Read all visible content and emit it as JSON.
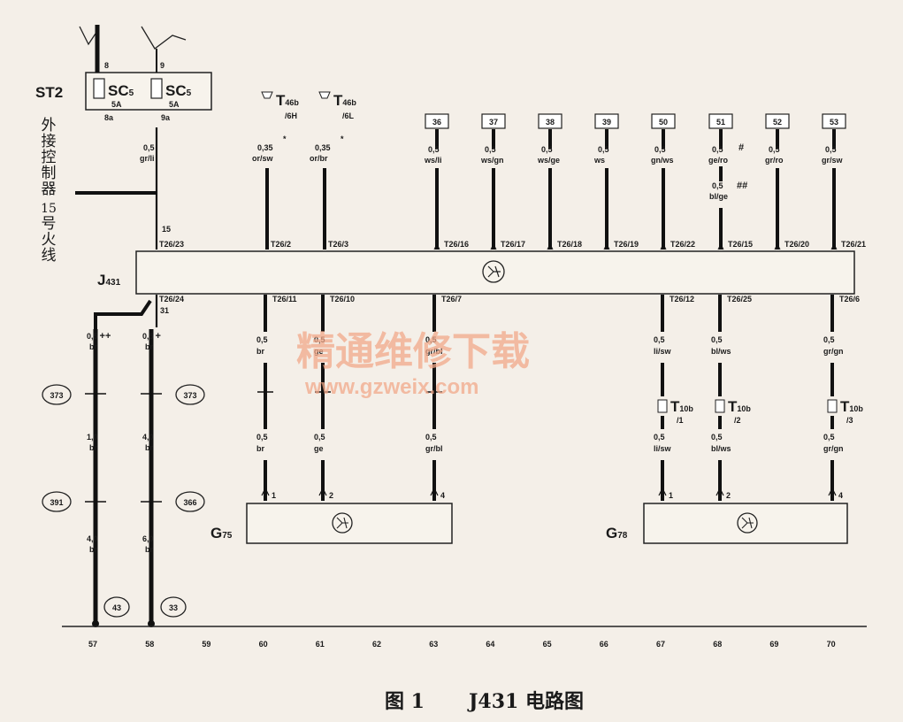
{
  "fuse_block": {
    "name": "ST2",
    "fuses": [
      {
        "top_pin": "8",
        "label": "SC",
        "sub": "5",
        "rating": "5A",
        "bottom_pin": "8a"
      },
      {
        "top_pin": "9",
        "label": "SC",
        "sub": "5",
        "rating": "5A",
        "bottom_pin": "9a"
      }
    ]
  },
  "side_label": [
    "外",
    "接",
    "控",
    "制",
    "器",
    "15",
    "号",
    "火",
    "线"
  ],
  "module": {
    "name": "J",
    "sub": "431"
  },
  "top_connectors": [
    {
      "T": "T",
      "sub": "46b",
      "pin": "/6H"
    },
    {
      "T": "T",
      "sub": "46b",
      "pin": "/6L"
    }
  ],
  "top_boxes": [
    "36",
    "37",
    "38",
    "39",
    "50",
    "51",
    "52",
    "53"
  ],
  "top_wires": [
    {
      "size": "0,5",
      "color": "gr/li",
      "pin": "T26/23",
      "extra": "15"
    },
    {
      "size": "0,35",
      "color": "or/sw",
      "pin": "T26/2",
      "mark": "*"
    },
    {
      "size": "0,35",
      "color": "or/br",
      "pin": "T26/3",
      "mark": "*"
    },
    {
      "size": "0,5",
      "color": "ws/li",
      "pin": "T26/16"
    },
    {
      "size": "0,5",
      "color": "ws/gn",
      "pin": "T26/17"
    },
    {
      "size": "0,5",
      "color": "ws/ge",
      "pin": "T26/18"
    },
    {
      "size": "0,5",
      "color": "ws",
      "pin": "T26/19"
    },
    {
      "size": "0,5",
      "color": "gn/ws",
      "pin": "T26/22"
    },
    {
      "size": "0,5",
      "color": "ge/ro",
      "pin": "T26/15",
      "mark": "#",
      "size2": "0,5",
      "color2": "bl/ge",
      "mark2": "##"
    },
    {
      "size": "0,5",
      "color": "gr/ro",
      "pin": "T26/20"
    },
    {
      "size": "0,5",
      "color": "gr/sw",
      "pin": "T26/21"
    }
  ],
  "bottom_wires": [
    {
      "pin": "T26/24",
      "extra": "31"
    },
    {
      "pin": "T26/11",
      "size": "0,5",
      "color": "br",
      "size2": "0,5",
      "color2": "br",
      "end_pin": "1"
    },
    {
      "pin": "T26/10",
      "size": "0,5",
      "color": "ge",
      "size2": "0,5",
      "color2": "ge",
      "end_pin": "2"
    },
    {
      "pin": "T26/7",
      "size": "0,5",
      "color": "gr/bl",
      "size2": "0,5",
      "color2": "gr/bl",
      "end_pin": "4"
    },
    {
      "pin": "T26/12",
      "size": "0,5",
      "color": "li/sw",
      "size2": "0,5",
      "color2": "li/sw",
      "end_pin": "1"
    },
    {
      "pin": "T26/25",
      "size": "0,5",
      "color": "bl/ws",
      "size2": "0,5",
      "color2": "bl/ws",
      "end_pin": "2"
    },
    {
      "pin": "T26/6",
      "size": "0,5",
      "color": "gr/gn",
      "size2": "0,5",
      "color2": "gr/gn",
      "end_pin": "4"
    }
  ],
  "t10b": [
    {
      "T": "T",
      "sub": "10b",
      "pin": "/1"
    },
    {
      "T": "T",
      "sub": "10b",
      "pin": "/2"
    },
    {
      "T": "T",
      "sub": "10b",
      "pin": "/3"
    }
  ],
  "ground_left": {
    "size1": "0,5",
    "mark1": "++",
    "color1": "br",
    "size2": "1,0",
    "color2": "br",
    "size3": "4,0",
    "color3": "br",
    "c1": "373",
    "c2": "391",
    "c3": "43"
  },
  "ground_right": {
    "size1": "0,5",
    "mark1": "+",
    "color1": "br",
    "size2": "4,0",
    "color2": "br",
    "size3": "6,0",
    "color3": "br",
    "c1": "373",
    "c2": "366",
    "c3": "33"
  },
  "sensors": [
    {
      "name": "G",
      "sub": "75"
    },
    {
      "name": "G",
      "sub": "78"
    }
  ],
  "scale": [
    "57",
    "58",
    "59",
    "60",
    "61",
    "62",
    "63",
    "64",
    "65",
    "66",
    "67",
    "68",
    "69",
    "70"
  ],
  "watermark": {
    "cn": "精通维修下载",
    "url": "www.gzweix.com"
  },
  "caption": {
    "fig": "图 1",
    "title": "J431 电路图"
  }
}
